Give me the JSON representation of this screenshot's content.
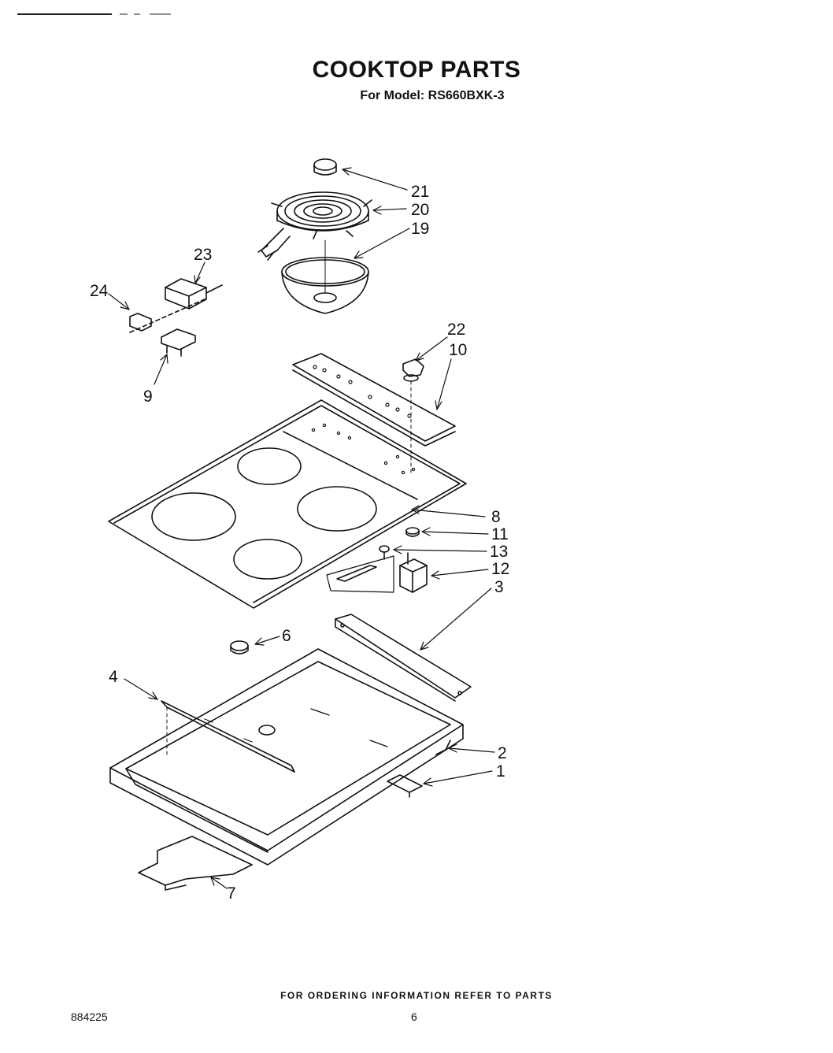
{
  "header": {
    "title": "COOKTOP PARTS",
    "subtitle": "For Model: RS660BXK-3"
  },
  "callouts": [
    {
      "id": "21",
      "label": "21"
    },
    {
      "id": "20",
      "label": "20"
    },
    {
      "id": "19",
      "label": "19"
    },
    {
      "id": "23",
      "label": "23"
    },
    {
      "id": "24",
      "label": "24"
    },
    {
      "id": "9",
      "label": "9"
    },
    {
      "id": "22",
      "label": "22"
    },
    {
      "id": "10",
      "label": "10"
    },
    {
      "id": "8",
      "label": "8"
    },
    {
      "id": "11",
      "label": "11"
    },
    {
      "id": "13",
      "label": "13"
    },
    {
      "id": "12",
      "label": "12"
    },
    {
      "id": "3",
      "label": "3"
    },
    {
      "id": "6",
      "label": "6"
    },
    {
      "id": "4",
      "label": "4"
    },
    {
      "id": "2",
      "label": "2"
    },
    {
      "id": "1",
      "label": "1"
    },
    {
      "id": "7",
      "label": "7"
    }
  ],
  "footer": {
    "note": "FOR ORDERING INFORMATION REFER TO PARTS",
    "doc_number": "884225",
    "page_number": "6"
  }
}
